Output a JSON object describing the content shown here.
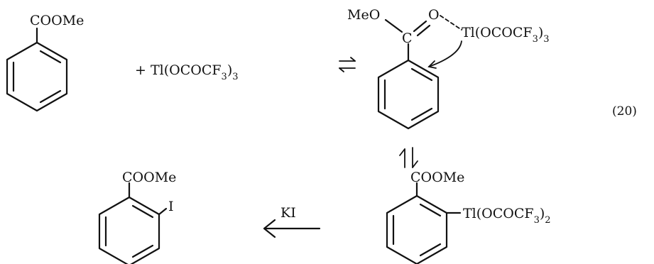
{
  "equation_number": "(20)",
  "reagent": {
    "prefix": "+ ",
    "metal": "Tl(OCOCF",
    "sub1": "3",
    "close": ")",
    "sub2": "3"
  },
  "start_molecule": {
    "substituent": "COOMe"
  },
  "complex": {
    "methoxy": "MeO",
    "carbon": "C",
    "oxygen": "O",
    "metal": "Tl(OCOCF",
    "sub1": "3",
    "close": ")",
    "sub2": "3"
  },
  "thallated": {
    "substituent": "COOMe",
    "metal": "Tl(OCOCF",
    "sub1": "3",
    "close": ")",
    "sub2": "2"
  },
  "product": {
    "substituent": "COOMe",
    "halogen": "I"
  },
  "reaction_arrow": {
    "reagent_label": "KI"
  }
}
